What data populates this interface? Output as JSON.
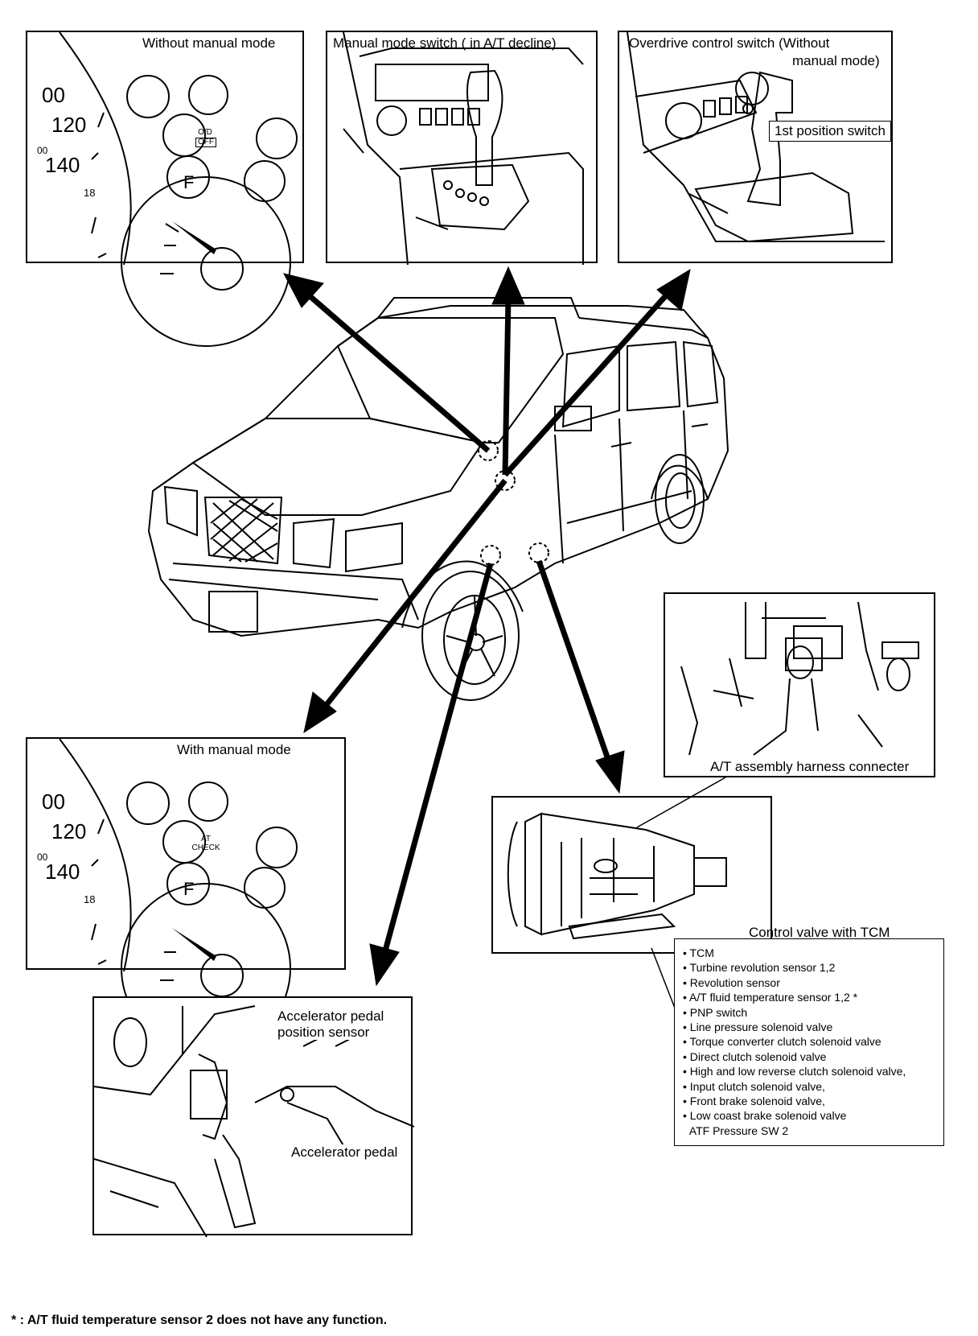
{
  "panels": {
    "without_manual": {
      "label": "Without manual mode",
      "g00": "00",
      "g120": "120",
      "g140": "140",
      "g_sup": "00",
      "fuel_f": "F",
      "odo": "18",
      "indicator_line1": "O/D",
      "indicator_line2": "OFF"
    },
    "manual_switch": {
      "label": "Manual mode switch ( in A/T decline)"
    },
    "overdrive": {
      "label_line1": "Overdrive control switch (Without",
      "label_line2": "manual mode)",
      "first_position": "1st position switch"
    },
    "with_manual": {
      "label": "With manual mode",
      "g00": "00",
      "g120": "120",
      "g140": "140",
      "g_sup": "00",
      "fuel_f": "F",
      "odo": "18",
      "indicator_line1": "AT",
      "indicator_line2": "CHECK"
    },
    "harness": {
      "label": "A/T assembly harness connecter"
    },
    "control_valve": {
      "label": "Control valve with TCM"
    },
    "accelerator": {
      "sensor_line1": "Accelerator pedal",
      "sensor_line2": "position sensor",
      "pedal": "Accelerator pedal"
    }
  },
  "components": [
    "TCM",
    "Turbine revolution sensor 1,2",
    "Revolution sensor",
    "A/T fluid temperature sensor 1,2 *",
    "PNP switch",
    "Line pressure solenoid valve",
    "Torque converter clutch solenoid valve",
    "Direct clutch solenoid valve",
    "High and low reverse clutch solenoid valve,",
    "Input clutch solenoid valve,",
    "Front brake solenoid valve,",
    "Low coast brake solenoid valve",
    "ATF Pressure SW 2"
  ],
  "footnote": "* : A/T fluid temperature sensor 2 does not have any function."
}
